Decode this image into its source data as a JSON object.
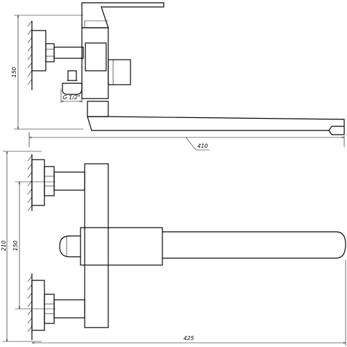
{
  "dimensions": {
    "height_top": "150",
    "thread": "G 1/2\"",
    "length_top": "410",
    "height_total": "210",
    "center_distance": "150",
    "length_bottom": "425"
  },
  "colors": {
    "line": "#000000",
    "background": "#ffffff"
  }
}
